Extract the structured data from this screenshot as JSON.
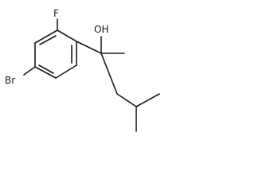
{
  "molecule": {
    "atoms": {
      "fluorine": "F",
      "hydroxyl": "OH",
      "bromine": "Br"
    }
  }
}
